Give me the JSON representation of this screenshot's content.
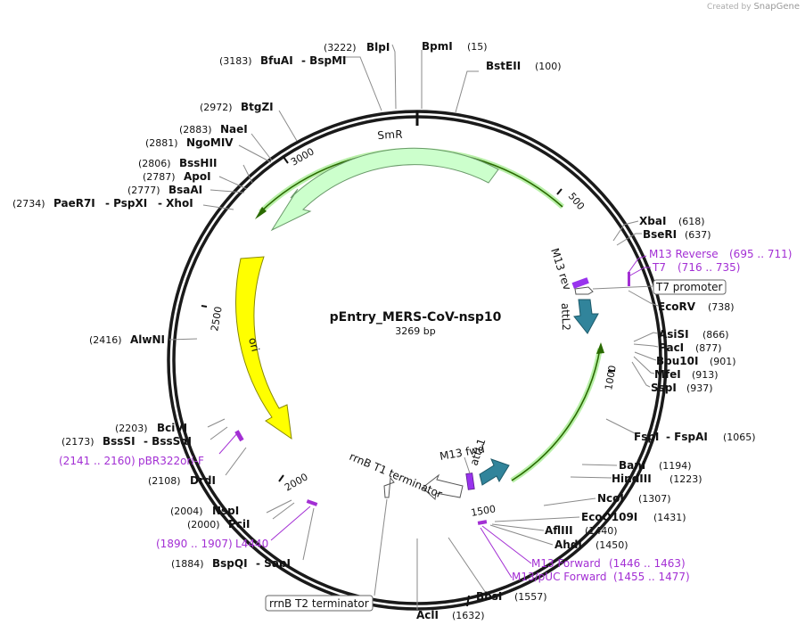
{
  "credit": {
    "prefix": "Created by",
    "brand": "SnapGene"
  },
  "map": {
    "name": "pEntry_MERS-CoV-nsp10",
    "length": "3269 bp",
    "ticks": [
      "500",
      "1000",
      "1500",
      "2000",
      "2500",
      "3000"
    ]
  },
  "features": {
    "smr": "SmR",
    "ori": "ori",
    "m13rev": "M13 rev",
    "attl2": "attL2",
    "m13fwd": "M13 fwd",
    "attl1": "attL1",
    "rrnbt1": "rrnB T1 terminator",
    "t7promoter": "T7 promoter",
    "rrnbt2": "rrnB T2 terminator"
  },
  "sites": [
    {
      "pos": "(3222)",
      "name": "BlpI"
    },
    {
      "pos": "(15)",
      "name": "BpmI"
    },
    {
      "pos": "(3183)",
      "name": "BfuAI",
      "name2": "BspMI"
    },
    {
      "pos": "(100)",
      "name": "BstEII"
    },
    {
      "pos": "(2972)",
      "name": "BtgZI"
    },
    {
      "pos": "(2883)",
      "name": "NaeI"
    },
    {
      "pos": "(2881)",
      "name": "NgoMIV"
    },
    {
      "pos": "(2806)",
      "name": "BssHII"
    },
    {
      "pos": "(2787)",
      "name": "ApoI"
    },
    {
      "pos": "(2777)",
      "name": "BsaAI"
    },
    {
      "pos": "(2734)",
      "name": "PaeR7I",
      "name2": "PspXI",
      "name3": "XhoI"
    },
    {
      "pos": "(618)",
      "name": "XbaI"
    },
    {
      "pos": "(637)",
      "name": "BseRI"
    },
    {
      "pos": "(738)",
      "name": "EcoRV"
    },
    {
      "pos": "(866)",
      "name": "AsiSI"
    },
    {
      "pos": "(877)",
      "name": "PacI"
    },
    {
      "pos": "(901)",
      "name": "Bpu10I"
    },
    {
      "pos": "(913)",
      "name": "MfeI"
    },
    {
      "pos": "(937)",
      "name": "SspI"
    },
    {
      "pos": "(2416)",
      "name": "AlwNI"
    },
    {
      "pos": "(1065)",
      "name": "FspI",
      "name2": "FspAI"
    },
    {
      "pos": "(2203)",
      "name": "BciVI"
    },
    {
      "pos": "(2173)",
      "name": "BssSI",
      "name2": "BssSαI"
    },
    {
      "pos": "(1194)",
      "name": "BanI"
    },
    {
      "pos": "(1223)",
      "name": "HindIII"
    },
    {
      "pos": "(2108)",
      "name": "DrdI"
    },
    {
      "pos": "(1307)",
      "name": "NcoI"
    },
    {
      "pos": "(1431)",
      "name": "EcoO109I"
    },
    {
      "pos": "(1440)",
      "name": "AflIII"
    },
    {
      "pos": "(1450)",
      "name": "AhdI"
    },
    {
      "pos": "(2004)",
      "name": "NspI"
    },
    {
      "pos": "(2000)",
      "name": "PciI"
    },
    {
      "pos": "(1884)",
      "name": "BspQI",
      "name2": "SapI"
    },
    {
      "pos": "(1557)",
      "name": "BbsI"
    },
    {
      "pos": "(1632)",
      "name": "AclI"
    }
  ],
  "primers": [
    {
      "name": "M13 Reverse",
      "range": "(695 .. 711)"
    },
    {
      "name": "T7",
      "range": "(716 .. 735)"
    },
    {
      "name": "pBR322ori-F",
      "range": "(2141 .. 2160)"
    },
    {
      "name": "L4440",
      "range": "(1890 .. 1907)"
    },
    {
      "name": "M13 Forward",
      "range": "(1446 .. 1463)"
    },
    {
      "name": "M13/pUC Forward",
      "range": "(1455 .. 1477)"
    }
  ],
  "colors": {
    "smr": "#ccffcc",
    "ori": "#ffff00",
    "att": "#31849b",
    "m13": "#9933ee",
    "primer": "#a32fd4",
    "orf_line": "#2a6a00"
  }
}
